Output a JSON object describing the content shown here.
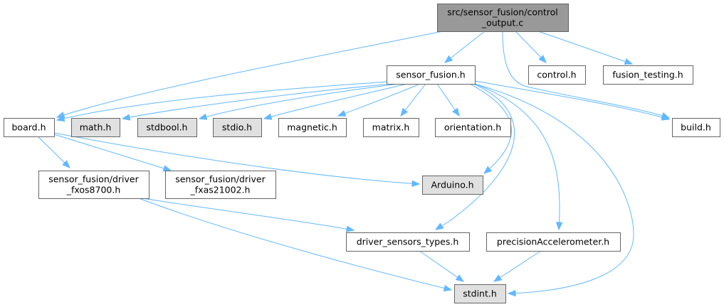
{
  "diagram": {
    "title": "Include dependency graph for control_output.c",
    "colors": {
      "root_fill": "#999999",
      "node_fill": "#ffffff",
      "external_fill": "#e0e0e0",
      "border": "#666666",
      "edge": "#63b8ff"
    },
    "nodes": [
      {
        "id": "root",
        "lines": [
          "src/sensor_fusion/control",
          "_output.c"
        ],
        "kind": "root"
      },
      {
        "id": "sensor_fusion_h",
        "lines": [
          "sensor_fusion.h"
        ],
        "kind": "local"
      },
      {
        "id": "control_h",
        "lines": [
          "control.h"
        ],
        "kind": "local"
      },
      {
        "id": "fusion_testing_h",
        "lines": [
          "fusion_testing.h"
        ],
        "kind": "local"
      },
      {
        "id": "board_h",
        "lines": [
          "board.h"
        ],
        "kind": "local"
      },
      {
        "id": "math_h",
        "lines": [
          "math.h"
        ],
        "kind": "external"
      },
      {
        "id": "stdbool_h",
        "lines": [
          "stdbool.h"
        ],
        "kind": "external"
      },
      {
        "id": "stdio_h",
        "lines": [
          "stdio.h"
        ],
        "kind": "external"
      },
      {
        "id": "magnetic_h",
        "lines": [
          "magnetic.h"
        ],
        "kind": "local"
      },
      {
        "id": "matrix_h",
        "lines": [
          "matrix.h"
        ],
        "kind": "local"
      },
      {
        "id": "orientation_h",
        "lines": [
          "orientation.h"
        ],
        "kind": "local"
      },
      {
        "id": "build_h",
        "lines": [
          "build.h"
        ],
        "kind": "local"
      },
      {
        "id": "driver_fxos8700_h",
        "lines": [
          "sensor_fusion/driver",
          "_fxos8700.h"
        ],
        "kind": "local"
      },
      {
        "id": "driver_fxas21002_h",
        "lines": [
          "sensor_fusion/driver",
          "_fxas21002.h"
        ],
        "kind": "local"
      },
      {
        "id": "arduino_h",
        "lines": [
          "Arduino.h"
        ],
        "kind": "external"
      },
      {
        "id": "driver_sensors_types_h",
        "lines": [
          "driver_sensors_types.h"
        ],
        "kind": "local"
      },
      {
        "id": "precision_accelerometer_h",
        "lines": [
          "precisionAccelerometer.h"
        ],
        "kind": "local"
      },
      {
        "id": "stdint_h",
        "lines": [
          "stdint.h"
        ],
        "kind": "external"
      }
    ],
    "edges": [
      [
        "root",
        "sensor_fusion_h"
      ],
      [
        "root",
        "control_h"
      ],
      [
        "root",
        "fusion_testing_h"
      ],
      [
        "root",
        "board_h"
      ],
      [
        "root",
        "build_h"
      ],
      [
        "sensor_fusion_h",
        "board_h"
      ],
      [
        "sensor_fusion_h",
        "math_h"
      ],
      [
        "sensor_fusion_h",
        "stdbool_h"
      ],
      [
        "sensor_fusion_h",
        "stdio_h"
      ],
      [
        "sensor_fusion_h",
        "magnetic_h"
      ],
      [
        "sensor_fusion_h",
        "matrix_h"
      ],
      [
        "sensor_fusion_h",
        "orientation_h"
      ],
      [
        "sensor_fusion_h",
        "build_h"
      ],
      [
        "sensor_fusion_h",
        "arduino_h"
      ],
      [
        "sensor_fusion_h",
        "driver_sensors_types_h"
      ],
      [
        "sensor_fusion_h",
        "precision_accelerometer_h"
      ],
      [
        "sensor_fusion_h",
        "stdint_h"
      ],
      [
        "board_h",
        "driver_fxos8700_h"
      ],
      [
        "board_h",
        "driver_fxas21002_h"
      ],
      [
        "board_h",
        "arduino_h"
      ],
      [
        "driver_fxos8700_h",
        "driver_sensors_types_h"
      ],
      [
        "driver_fxos8700_h",
        "stdint_h"
      ],
      [
        "driver_sensors_types_h",
        "stdint_h"
      ],
      [
        "precision_accelerometer_h",
        "stdint_h"
      ]
    ]
  }
}
